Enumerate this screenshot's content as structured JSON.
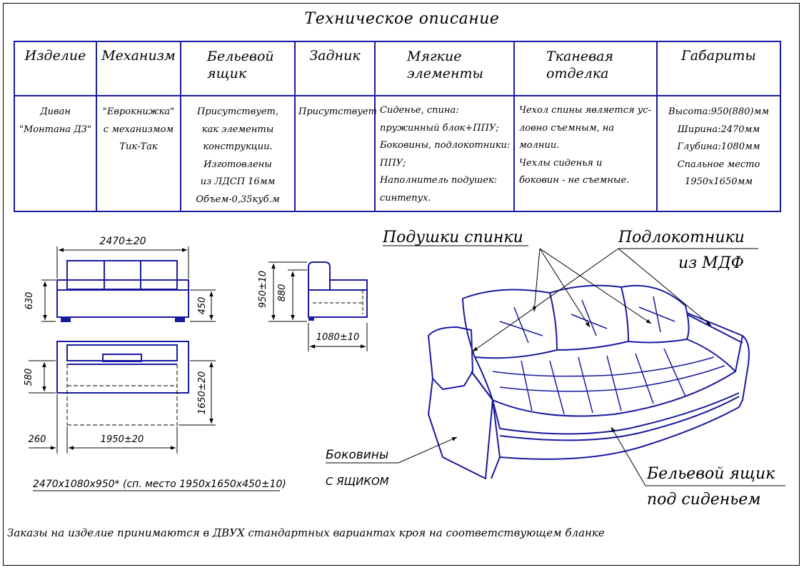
{
  "title": "Техническое описание",
  "table": {
    "headers": [
      "Изделие",
      "Механизм",
      "Бельевой ящик",
      "Задник",
      "Мягкие элементы",
      "Тканевая отделка",
      "Габариты"
    ],
    "rows": {
      "izdelie": [
        "Диван",
        "\"Монтана Д3\""
      ],
      "mekhanizm": [
        "\"Еврокнижка\"",
        "с механизмом",
        "Тик-Так"
      ],
      "yashchik": [
        "Присутствует,",
        "как элементы",
        "конструкции.",
        "Изготовлены",
        "из ЛДСП 16мм",
        "Объем-0,35куб.м"
      ],
      "zadnik": [
        "Присутствует"
      ],
      "myagkie": [
        "Сиденье, спина:",
        "пружинный блок+ППУ;",
        "Боковины, подлокотники:",
        "ППУ;",
        "Наполнитель подушек:",
        "синтепух."
      ],
      "tkan": [
        "Чехол спины является ус-",
        "ловно съемным, на молнии.",
        "Чехлы сиденья и",
        "боковин - не съемные."
      ],
      "gabarity": [
        "Высота:950(880)мм",
        "Ширина:2470мм",
        "Глубина:1080мм",
        "Спальное место",
        "1950x1650мм"
      ]
    }
  },
  "dimensions": {
    "front_width": "2470±20",
    "height_total": "630",
    "seat_height": "450",
    "side_height": "950±10",
    "side_back": "880",
    "side_depth": "1080±10",
    "top_depth": "580",
    "sleep_length": "1650±20",
    "armrest": "260",
    "sleep_width": "1950±20",
    "summary": "2470x1080x950* (сп. место 1950x1650x450±10)"
  },
  "callouts": {
    "back_cushions": "Подушки спинки",
    "armrests_1": "Подлокотники",
    "armrests_2": "из МДФ",
    "sides_1": "Боковины",
    "sides_2": "С ЯЩИКОМ",
    "box_1": "Бельевой ящик",
    "box_2": "под сиденьем"
  },
  "note": "Заказы на изделие принимаются в ДВУХ стандартных вариантах кроя на соответствующем бланке",
  "colors": {
    "line": "#1a1aa0",
    "ink": "#000000"
  }
}
